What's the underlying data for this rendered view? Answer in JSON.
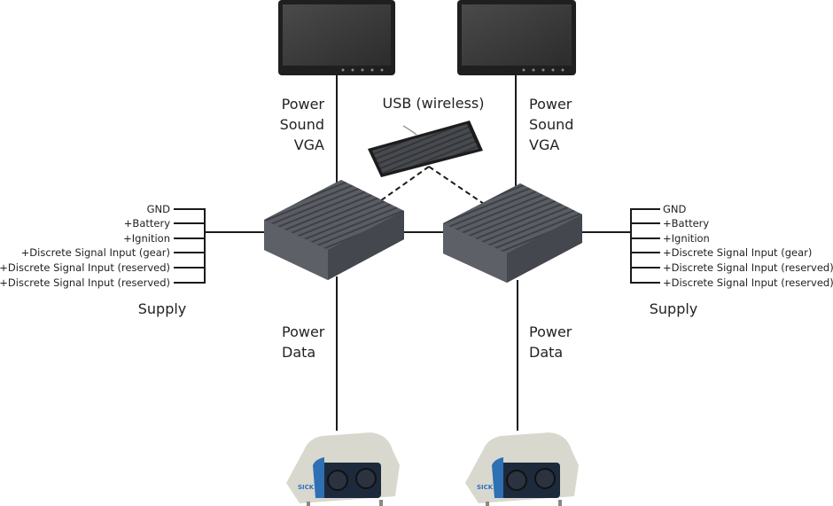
{
  "monitor_labels": {
    "line1": "Power",
    "line2": "Sound",
    "line3": "VGA"
  },
  "keyboard_label": "USB (wireless)",
  "supply": {
    "title": "Supply",
    "signals": [
      "GND",
      "+Battery",
      "+Ignition",
      "+Discrete Signal Input (gear)",
      "+Discrete Signal Input (reserved)",
      "+Discrete Signal Input (reserved)"
    ]
  },
  "sensor_labels": {
    "line1": "Power",
    "line2": "Data"
  },
  "sensor_brand": "SICK"
}
